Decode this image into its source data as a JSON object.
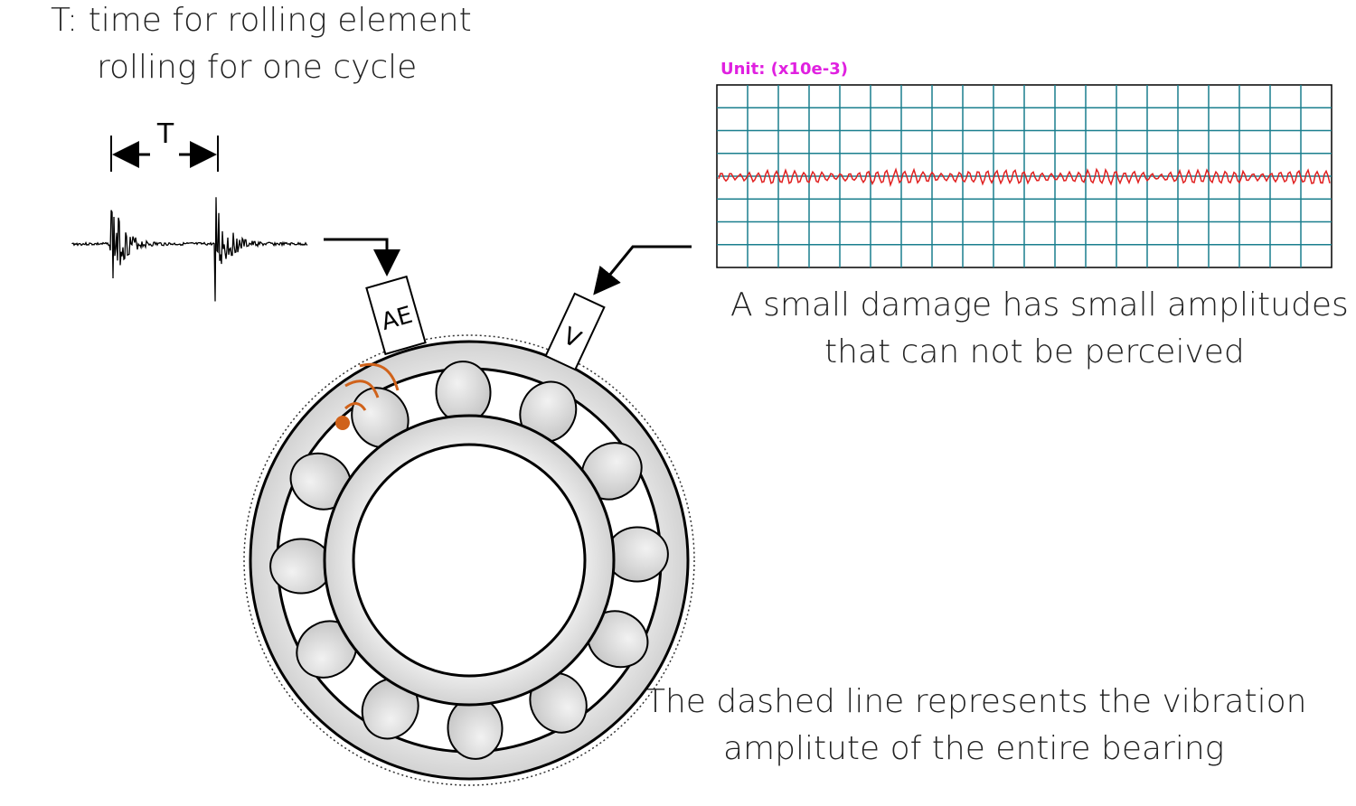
{
  "annotation": {
    "title_line1": "T: time for rolling element",
    "title_line2": "rolling for one cycle",
    "period_symbol": "T"
  },
  "sensors": {
    "ae_label": "AE",
    "v_label": "V"
  },
  "monitor": {
    "unit_label": "Unit: (x10e-3)"
  },
  "captions": {
    "small_damage_line1": "A small damage has small amplitudes",
    "small_damage_line2": "that can not be perceived",
    "dashed_line_line1": "The dashed line represents the vibration",
    "dashed_line_line2": "amplitute of the entire bearing"
  },
  "colors": {
    "grid_line": "#1a7f8e",
    "signal_trace": "#e02020",
    "damage_marker": "#d0621a",
    "unit_text": "#e020e0",
    "bearing_fill": "#e6e6e6"
  }
}
